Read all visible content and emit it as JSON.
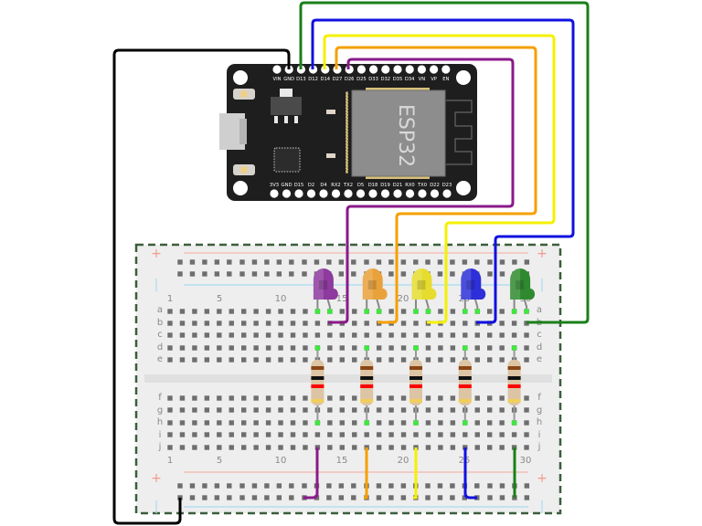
{
  "board": {
    "name": "ESP32",
    "chip_label": "ESP32",
    "top_pins": [
      "VIN",
      "GND",
      "D13",
      "D12",
      "D14",
      "D27",
      "D26",
      "D25",
      "D33",
      "D32",
      "D35",
      "D34",
      "VN",
      "VP",
      "EN"
    ],
    "bottom_pins": [
      "3V3",
      "GND",
      "D15",
      "D2",
      "D4",
      "RX2",
      "TX2",
      "D5",
      "D18",
      "D19",
      "D21",
      "RX0",
      "TX0",
      "D22",
      "D23"
    ]
  },
  "breadboard": {
    "column_numbers": [
      "1",
      "5",
      "10",
      "15",
      "20",
      "25",
      "30"
    ],
    "rows_top": [
      "a",
      "b",
      "c",
      "d",
      "e"
    ],
    "rows_bottom": [
      "f",
      "g",
      "h",
      "i",
      "j"
    ],
    "rail_plus": "+",
    "rail_minus": "|"
  },
  "leds": [
    {
      "name": "purple",
      "color": "#8e3a9e",
      "column": 13
    },
    {
      "name": "orange",
      "color": "#e9a23b",
      "column": 17
    },
    {
      "name": "yellow",
      "color": "#e6dc2e",
      "column": 21
    },
    {
      "name": "blue",
      "color": "#2d2fd8",
      "column": 25
    },
    {
      "name": "green",
      "color": "#2f8a2f",
      "column": 29
    }
  ],
  "resistors": [
    {
      "bands": [
        "brown",
        "black",
        "red",
        "gold"
      ],
      "column": 13
    },
    {
      "bands": [
        "brown",
        "black",
        "red",
        "gold"
      ],
      "column": 17
    },
    {
      "bands": [
        "brown",
        "black",
        "red",
        "gold"
      ],
      "column": 21
    },
    {
      "bands": [
        "brown",
        "black",
        "red",
        "gold"
      ],
      "column": 25
    },
    {
      "bands": [
        "brown",
        "black",
        "red",
        "gold"
      ],
      "column": 29
    }
  ],
  "wires": [
    {
      "from": "GND",
      "to": "GND rail",
      "color": "#000000"
    },
    {
      "from": "D13",
      "to": "LED green",
      "color": "#1a7f1a"
    },
    {
      "from": "D12",
      "to": "LED blue",
      "color": "#1010e0"
    },
    {
      "from": "D14",
      "to": "LED yellow",
      "color": "#f5f000"
    },
    {
      "from": "D27",
      "to": "LED orange",
      "color": "#f5a000"
    },
    {
      "from": "D26",
      "to": "LED purple",
      "color": "#8a1a8a"
    }
  ]
}
